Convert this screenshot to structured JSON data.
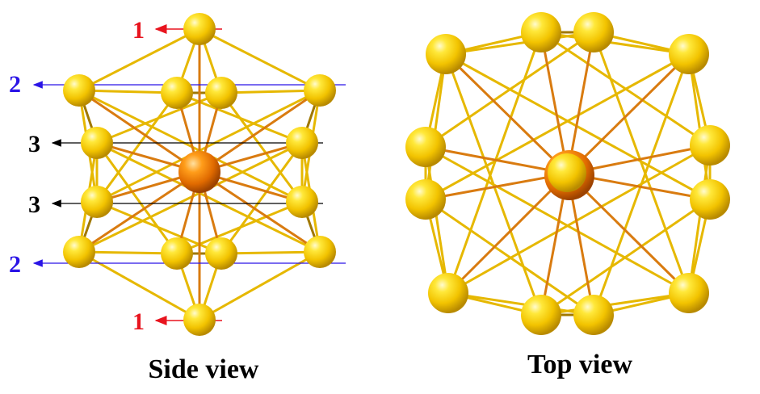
{
  "side_view": {
    "caption": "Side view",
    "layer_labels": [
      {
        "text": "1",
        "color": "#e8141e"
      },
      {
        "text": "2",
        "color": "#2a14e6"
      },
      {
        "text": "3",
        "color": "#000000"
      },
      {
        "text": "3",
        "color": "#000000"
      },
      {
        "text": "2",
        "color": "#2a14e6"
      },
      {
        "text": "1",
        "color": "#e8141e"
      }
    ]
  },
  "top_view": {
    "caption": "Top view"
  },
  "colors": {
    "outer_atom": "#f5c400",
    "center_atom": "#e07a00",
    "bond": "#e6b800",
    "center_bond": "#d97b10"
  }
}
